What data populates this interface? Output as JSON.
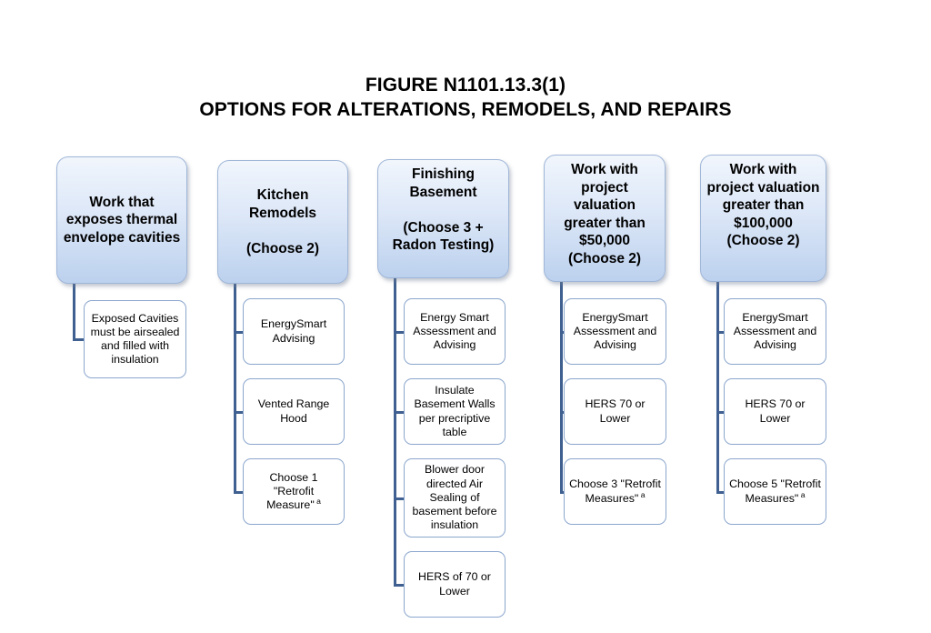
{
  "figure": {
    "title_line1": "FIGURE N1101.13.3(1)",
    "title_line2": "OPTIONS FOR ALTERATIONS, REMODELS, AND REPAIRS"
  },
  "colors": {
    "header_fill_top": "#f2f6fc",
    "header_fill_bottom": "#bcd1ee",
    "header_border": "#9fb6d8",
    "child_border": "#8ba6cd",
    "child_fill": "#ffffff",
    "connector": "#3f6090",
    "text": "#000000",
    "background": "#ffffff"
  },
  "columns": [
    {
      "id": "work-exposes-thermal-envelope-cavities",
      "header": "Work that exposes thermal envelope cavities",
      "children": [
        {
          "id": "exposed-cavities-airsealed",
          "text": "Exposed Cavities must be airsealed and filled with insulation",
          "superscript": ""
        }
      ]
    },
    {
      "id": "kitchen-remodels",
      "header": "Kitchen Remodels\n(Choose 2)",
      "children": [
        {
          "id": "energysmart-advising",
          "text": "EnergySmart Advising",
          "superscript": ""
        },
        {
          "id": "vented-range-hood",
          "text": "Vented Range Hood",
          "superscript": ""
        },
        {
          "id": "choose-1-retrofit-measure",
          "text": "Choose 1 \"Retrofit Measure\"",
          "superscript": "a"
        }
      ]
    },
    {
      "id": "finishing-basement",
      "header": "Finishing Basement\n(Choose 3 + Radon Testing)",
      "children": [
        {
          "id": "energy-smart-assessment-advising",
          "text": "Energy Smart Assessment  and Advising",
          "superscript": ""
        },
        {
          "id": "insulate-basement-walls",
          "text": "Insulate Basement Walls per precriptive table",
          "superscript": ""
        },
        {
          "id": "blower-door-air-sealing",
          "text": "Blower door directed Air Sealing of basement before insulation",
          "superscript": ""
        },
        {
          "id": "hers-of-70-or-lower",
          "text": "HERS of 70 or Lower",
          "superscript": ""
        }
      ]
    },
    {
      "id": "project-valuation-over-50000",
      "header": "Work with project valuation greater than $50,000 (Choose 2)",
      "children": [
        {
          "id": "energysmart-assessment-advising",
          "text": "EnergySmart Assessment  and Advising",
          "superscript": ""
        },
        {
          "id": "hers-70-or-lower",
          "text": "HERS 70 or Lower",
          "superscript": ""
        },
        {
          "id": "choose-3-retrofit-measures",
          "text": "Choose 3 \"Retrofit Measures\"",
          "superscript": "a"
        }
      ]
    },
    {
      "id": "project-valuation-over-100000",
      "header": "Work with project valuation greater than $100,000 (Choose 2)",
      "children": [
        {
          "id": "energysmart-assessment-advising",
          "text": "EnergySmart Assessment  and Advising",
          "superscript": ""
        },
        {
          "id": "hers-70-or-lower",
          "text": "HERS 70 or Lower",
          "superscript": ""
        },
        {
          "id": "choose-5-retrofit-measures",
          "text": "Choose 5 \"Retrofit Measures\"",
          "superscript": "a"
        }
      ]
    }
  ]
}
